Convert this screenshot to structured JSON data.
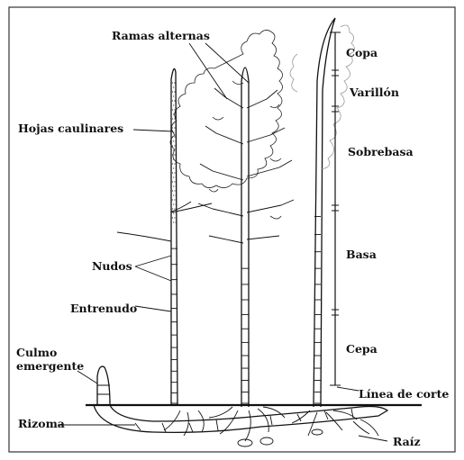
{
  "labels": {
    "ramas_alternas": "Ramas alternas",
    "hojas_caulinares": "Hojas caulinares",
    "nudos": "Nudos",
    "entrenudo": "Entrenudo",
    "culmo_emergente_1": "Culmo",
    "culmo_emergente_2": "emergente",
    "rizoma": "Rizoma",
    "copa": "Copa",
    "varillon": "Varillón",
    "sobrebasa": "Sobrebasa",
    "basa": "Basa",
    "cepa": "Cepa",
    "linea_de_corte": "Línea de corte",
    "raiz": "Raíz"
  }
}
